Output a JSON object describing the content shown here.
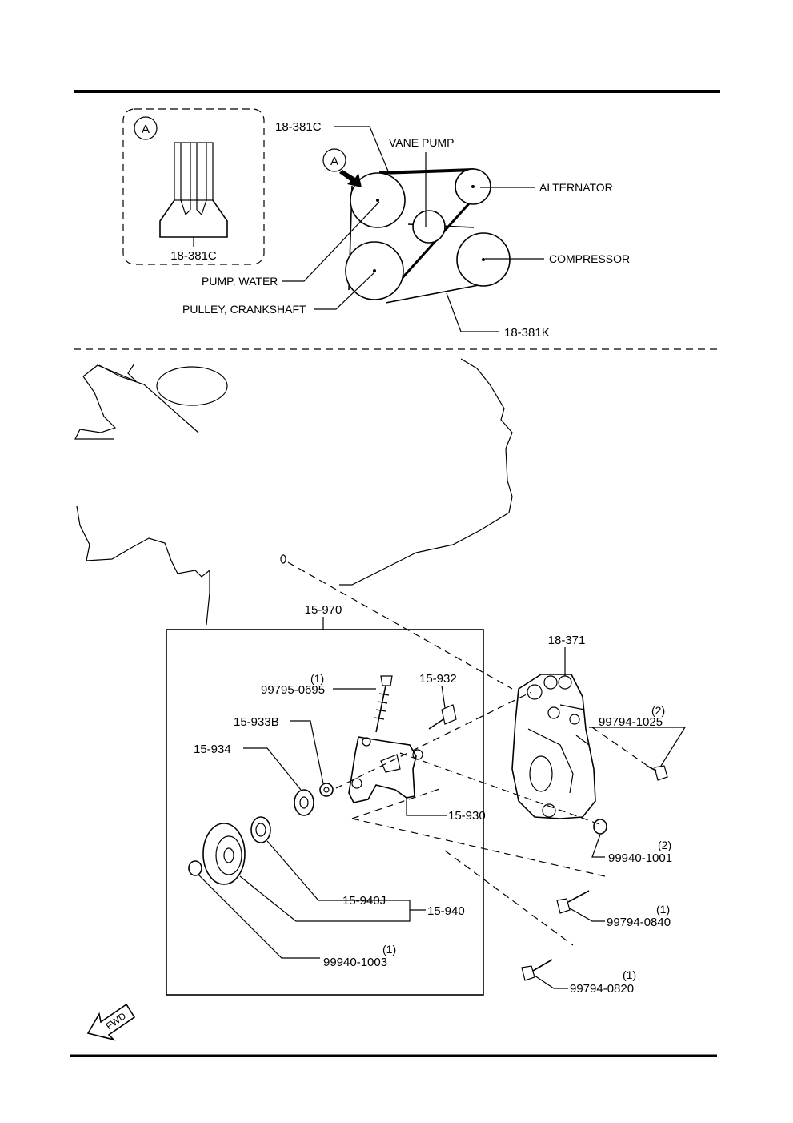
{
  "detail_view": {
    "marker": "A",
    "part_label": "18-381C"
  },
  "belt_layout": {
    "arrow_marker": "A",
    "belt_top_label": "18-381C",
    "belt_bottom_label": "18-381K",
    "vane_pump": "VANE  PUMP",
    "alternator": "ALTERNATOR",
    "compressor": "COMPRESSOR",
    "water_pump": "PUMP, WATER",
    "crankshaft_pulley": "PULLEY, CRANKSHAFT"
  },
  "assembly": {
    "kit_label": "15-970",
    "bracket_label": "18-371",
    "idler_bracket": "15-930",
    "bolt_15932": "15-932",
    "washer_15933b": "15-933B",
    "spacer_15934": "15-934",
    "bearing_15940j": "15-940J",
    "pulley_15940": "15-940",
    "stud_bolt": {
      "qty": "(1)",
      "part": "99795-0695"
    },
    "nut_1003": {
      "qty": "(1)",
      "part": "99940-1003"
    },
    "bolt_1025": {
      "qty": "(2)",
      "part": "99794-1025"
    },
    "nut_1001": {
      "qty": "(2)",
      "part": "99940-1001"
    },
    "bolt_0840": {
      "qty": "(1)",
      "part": "99794-0840"
    },
    "bolt_0820": {
      "qty": "(1)",
      "part": "99794-0820"
    }
  },
  "fwd_arrow": "FWD"
}
